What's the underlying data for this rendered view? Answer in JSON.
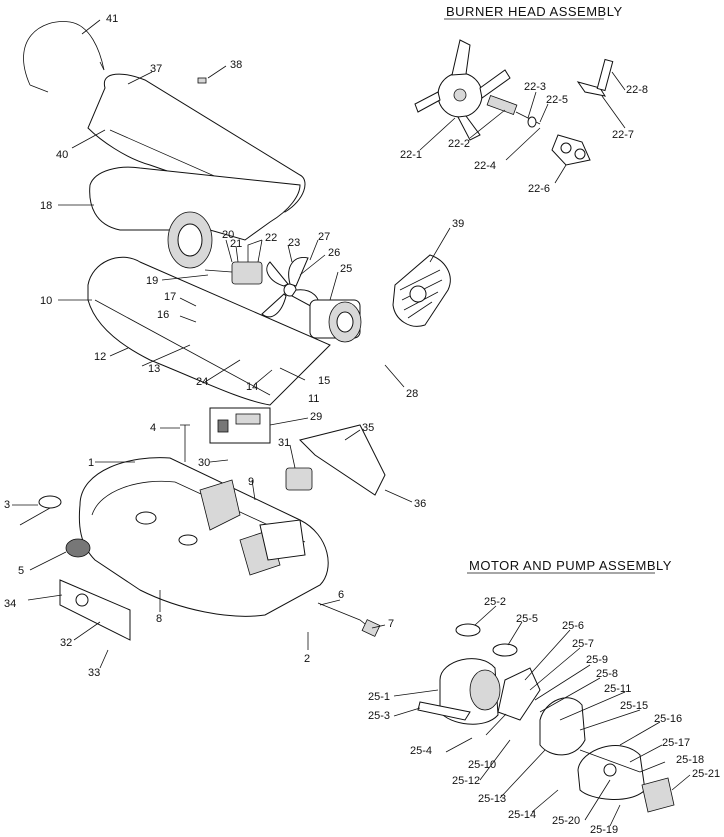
{
  "titles": {
    "burner_head": "BURNER HEAD ASSEMBLY",
    "motor_pump": "MOTOR AND PUMP ASSEMBLY"
  },
  "labels": {
    "l1": "1",
    "l2": "2",
    "l3": "3",
    "l4": "4",
    "l5": "5",
    "l6": "6",
    "l7": "7",
    "l8": "8",
    "l9": "9",
    "l10": "10",
    "l11": "11",
    "l12": "12",
    "l13": "13",
    "l14": "14",
    "l15": "15",
    "l16": "16",
    "l17": "17",
    "l18": "18",
    "l19": "19",
    "l20": "20",
    "l21": "21",
    "l22": "22",
    "l23": "23",
    "l24": "24",
    "l25": "25",
    "l26": "26",
    "l27": "27",
    "l28": "28",
    "l29": "29",
    "l30": "30",
    "l31": "31",
    "l32": "32",
    "l33": "33",
    "l34": "34",
    "l35": "35",
    "l36": "36",
    "l37": "37",
    "l38": "38",
    "l39": "39",
    "l40": "40",
    "l41": "41",
    "b1": "22-1",
    "b2": "22-2",
    "b3": "22-3",
    "b4": "22-4",
    "b5": "22-5",
    "b6": "22-6",
    "b7": "22-7",
    "b8": "22-8",
    "m1": "25-1",
    "m2": "25-2",
    "m3": "25-3",
    "m4": "25-4",
    "m5": "25-5",
    "m6": "25-6",
    "m7": "25-7",
    "m8": "25-8",
    "m9": "25-9",
    "m10": "25-10",
    "m11": "25-11",
    "m12": "25-12",
    "m13": "25-13",
    "m14": "25-14",
    "m15": "25-15",
    "m16": "25-16",
    "m17": "25-17",
    "m18": "25-18",
    "m19": "25-19",
    "m20": "25-20",
    "m21": "25-21"
  }
}
